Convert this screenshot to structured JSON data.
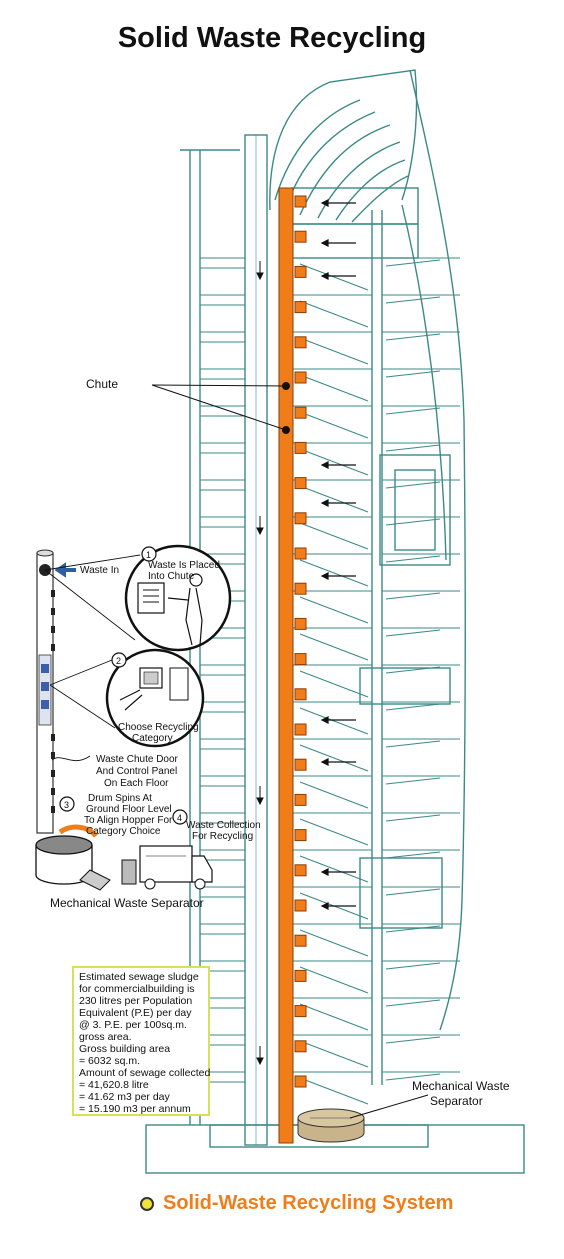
{
  "title": "Solid Waste Recycling",
  "labels": {
    "chute": "Chute",
    "waste_in": "Waste In",
    "step1_num": "1",
    "step1": [
      "Waste Is Placed",
      "Into Chute"
    ],
    "step2_num": "2",
    "step2": [
      "Choose Recycling",
      "Category"
    ],
    "door_panel": [
      "Waste Chute Door",
      "And Control Panel",
      "On Each Floor"
    ],
    "step3_num": "3",
    "step3": [
      "Drum Spins At",
      "Ground Floor Level",
      "To Align Hopper For",
      "Category Choice"
    ],
    "step4_num": "4",
    "step4": [
      "Waste Collection",
      "For Recycling"
    ],
    "mech_left": "Mechanical Waste Separator",
    "mech_right": [
      "Mechanical Waste",
      "Separator"
    ]
  },
  "note_lines": [
    "Estimated sewage sludge",
    "for commercialbuilding is",
    "230 litres per Population",
    "Equivalent (P.E) per day",
    "@ 3. P.E. per 100sq.m.",
    "gross area.",
    "Gross building area",
    "= 6032 sq.m.",
    "Amount of sewage collected",
    "= 41,620.8 litre",
    "= 41.62 m3 per day",
    "= 15.190 m3 per annum"
  ],
  "footer": "Solid-Waste Recycling System",
  "colors": {
    "chute": "#f07d1a",
    "structure": "#3a8a86",
    "note_border": "#d6e05a",
    "footer_text": "#f07d1a",
    "footer_dot": "#f0e23c"
  }
}
